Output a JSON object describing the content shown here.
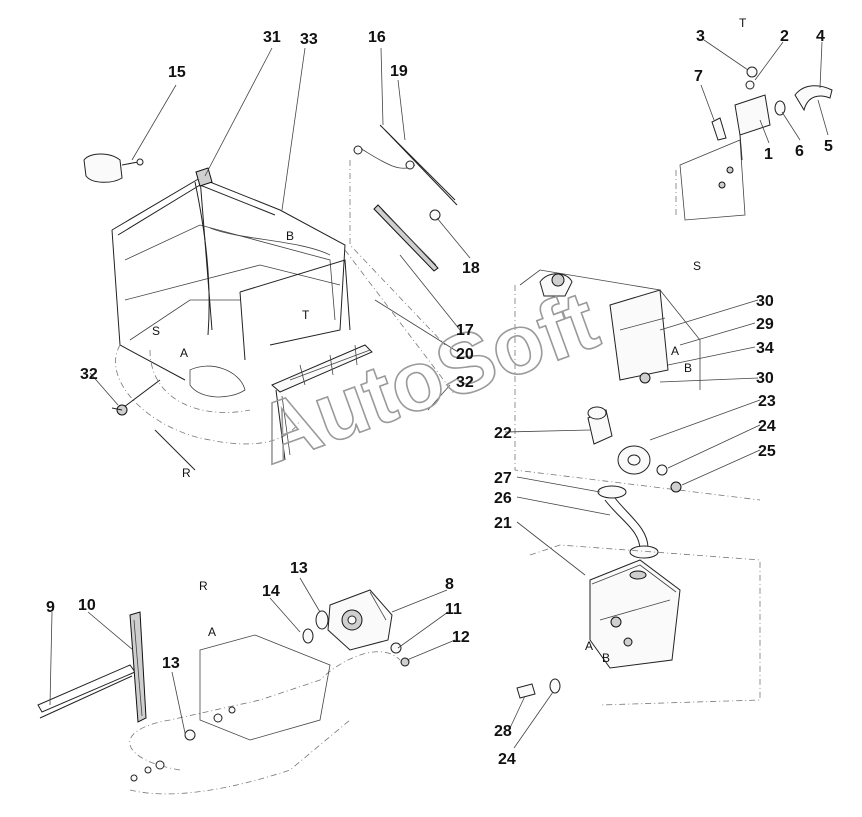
{
  "watermark": "AutoSoft",
  "labels": {
    "n31": "31",
    "n33": "33",
    "n16": "16",
    "n19": "19",
    "n15": "15",
    "n3": "3",
    "nT_top": "T",
    "n2": "2",
    "n4": "4",
    "n7": "7",
    "n1": "1",
    "n6": "6",
    "n5": "5",
    "n18": "18",
    "nS_right": "S",
    "n30a": "30",
    "n29": "29",
    "n34": "34",
    "n30b": "30",
    "n23": "23",
    "n24a": "24",
    "n25": "25",
    "n17": "17",
    "n20": "20",
    "n32a": "32",
    "n32b": "32",
    "n22": "22",
    "n27": "27",
    "n26": "26",
    "n21": "21",
    "n9": "9",
    "n10": "10",
    "n13a": "13",
    "n14": "14",
    "n8": "8",
    "n11": "11",
    "n12": "12",
    "n13b": "13",
    "n28": "28",
    "n24b": "24"
  },
  "letters": {
    "b_cab": "B",
    "t_cab": "T",
    "s_cab": "S",
    "a_cab": "A",
    "r_cab": "R",
    "a_bracket": "A",
    "b_bracket": "B",
    "r_motor": "R",
    "a_motor": "A",
    "a_tank": "A",
    "b_tank": "B"
  }
}
